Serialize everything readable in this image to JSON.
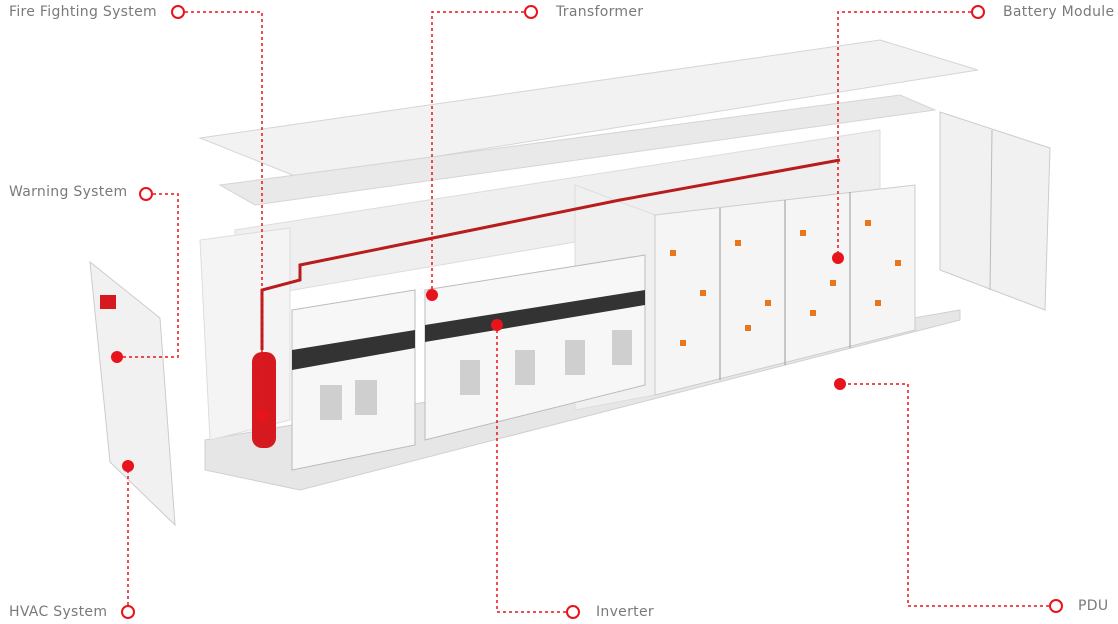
{
  "labels": {
    "fire_fighting": "Fire Fighting System",
    "transformer": "Transformer",
    "battery_module": "Battery Module",
    "warning": "Warning System",
    "hvac": "HVAC System",
    "inverter": "Inverter",
    "pdu": "PDU"
  },
  "colors": {
    "accent": "#e8141b",
    "label": "#7a7a7a"
  }
}
